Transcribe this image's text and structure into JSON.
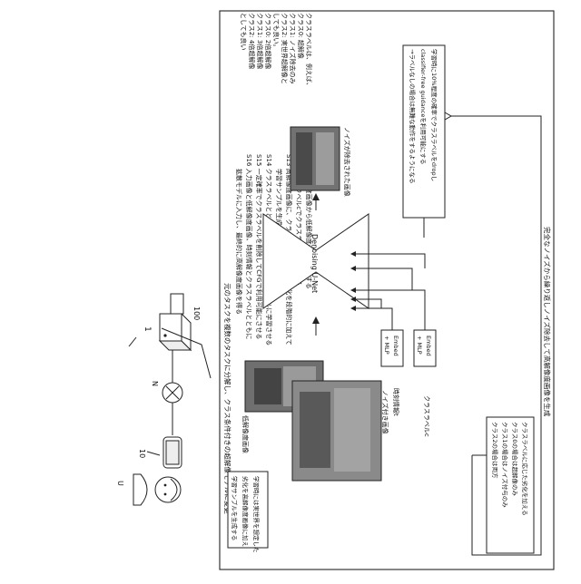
{
  "system": {
    "ref_system": "1",
    "ref_user": "U",
    "ref_terminal": "10",
    "ref_network": "N",
    "ref_server": "100"
  },
  "steps": [
    "S11 高解像度画像から低解像度画像を生成する",
    "S12 クラスラベルcでクラスラベルを設定する",
    "S13 高解像度画像に、クラスラベルに応じた劣化を段階的に加えて",
    "学習サンプルを生成する",
    "S14 クラスラベルとともに学習サンプルを拡散モデルに学習させる",
    "S15 一定確率でクラスラベルを削除してCFGで利用可能にさせる",
    "S16 入力画像と低解像度画像、時刻情報とクラスラベルとともに",
    "拡散モデルに入力し、最終的に高解像度画像を得る"
  ],
  "frame": {
    "top_note": "元のタスクを複数のタスクに分解し、クラス条件付きの超解像モデルに変更",
    "bottom_note": "完全なノイズから繰り返しノイズ除去して高解像度画像を生成"
  },
  "left_note": [
    "学習時には実世界を想定した",
    "劣化を高解像度画像に加え",
    "学習サンプルを生成する"
  ],
  "labels": {
    "low_res": "低解像度画像",
    "noisy": "ノイズ付き画像",
    "denoised": "ノイズが除去された画像",
    "unet": "Denoising U-Net",
    "time_info": "時刻情報t",
    "class_label": "クラスラベルc",
    "embed_line1": "Embed",
    "embed_line2": "+ MLP"
  },
  "class_note": [
    "クラスラベルは、例えば、",
    "クラス0: 超解像",
    "クラス1: ノイズ除去のみ",
    "クラス2: 実世界超解像と",
    "しても良い。",
    "クラス0: 2倍超解像",
    "クラス1: 3倍超解像",
    "クラス2: 4倍超解像",
    "としても良い"
  ],
  "cfg_note": [
    "学習時に10%程度の確率でクラスラベルをdropし",
    "classifier-free guidanceを利用可能にする",
    "→ラベルなしの場合は無難な動作をするようになる"
  ],
  "bottom_left_note": [
    "クラスラベルに応じた劣化を加える",
    "クラス0の場合は超解像のみ",
    "クラス1の場合はノイズ付与のみ",
    "クラス2の場合は両方"
  ]
}
